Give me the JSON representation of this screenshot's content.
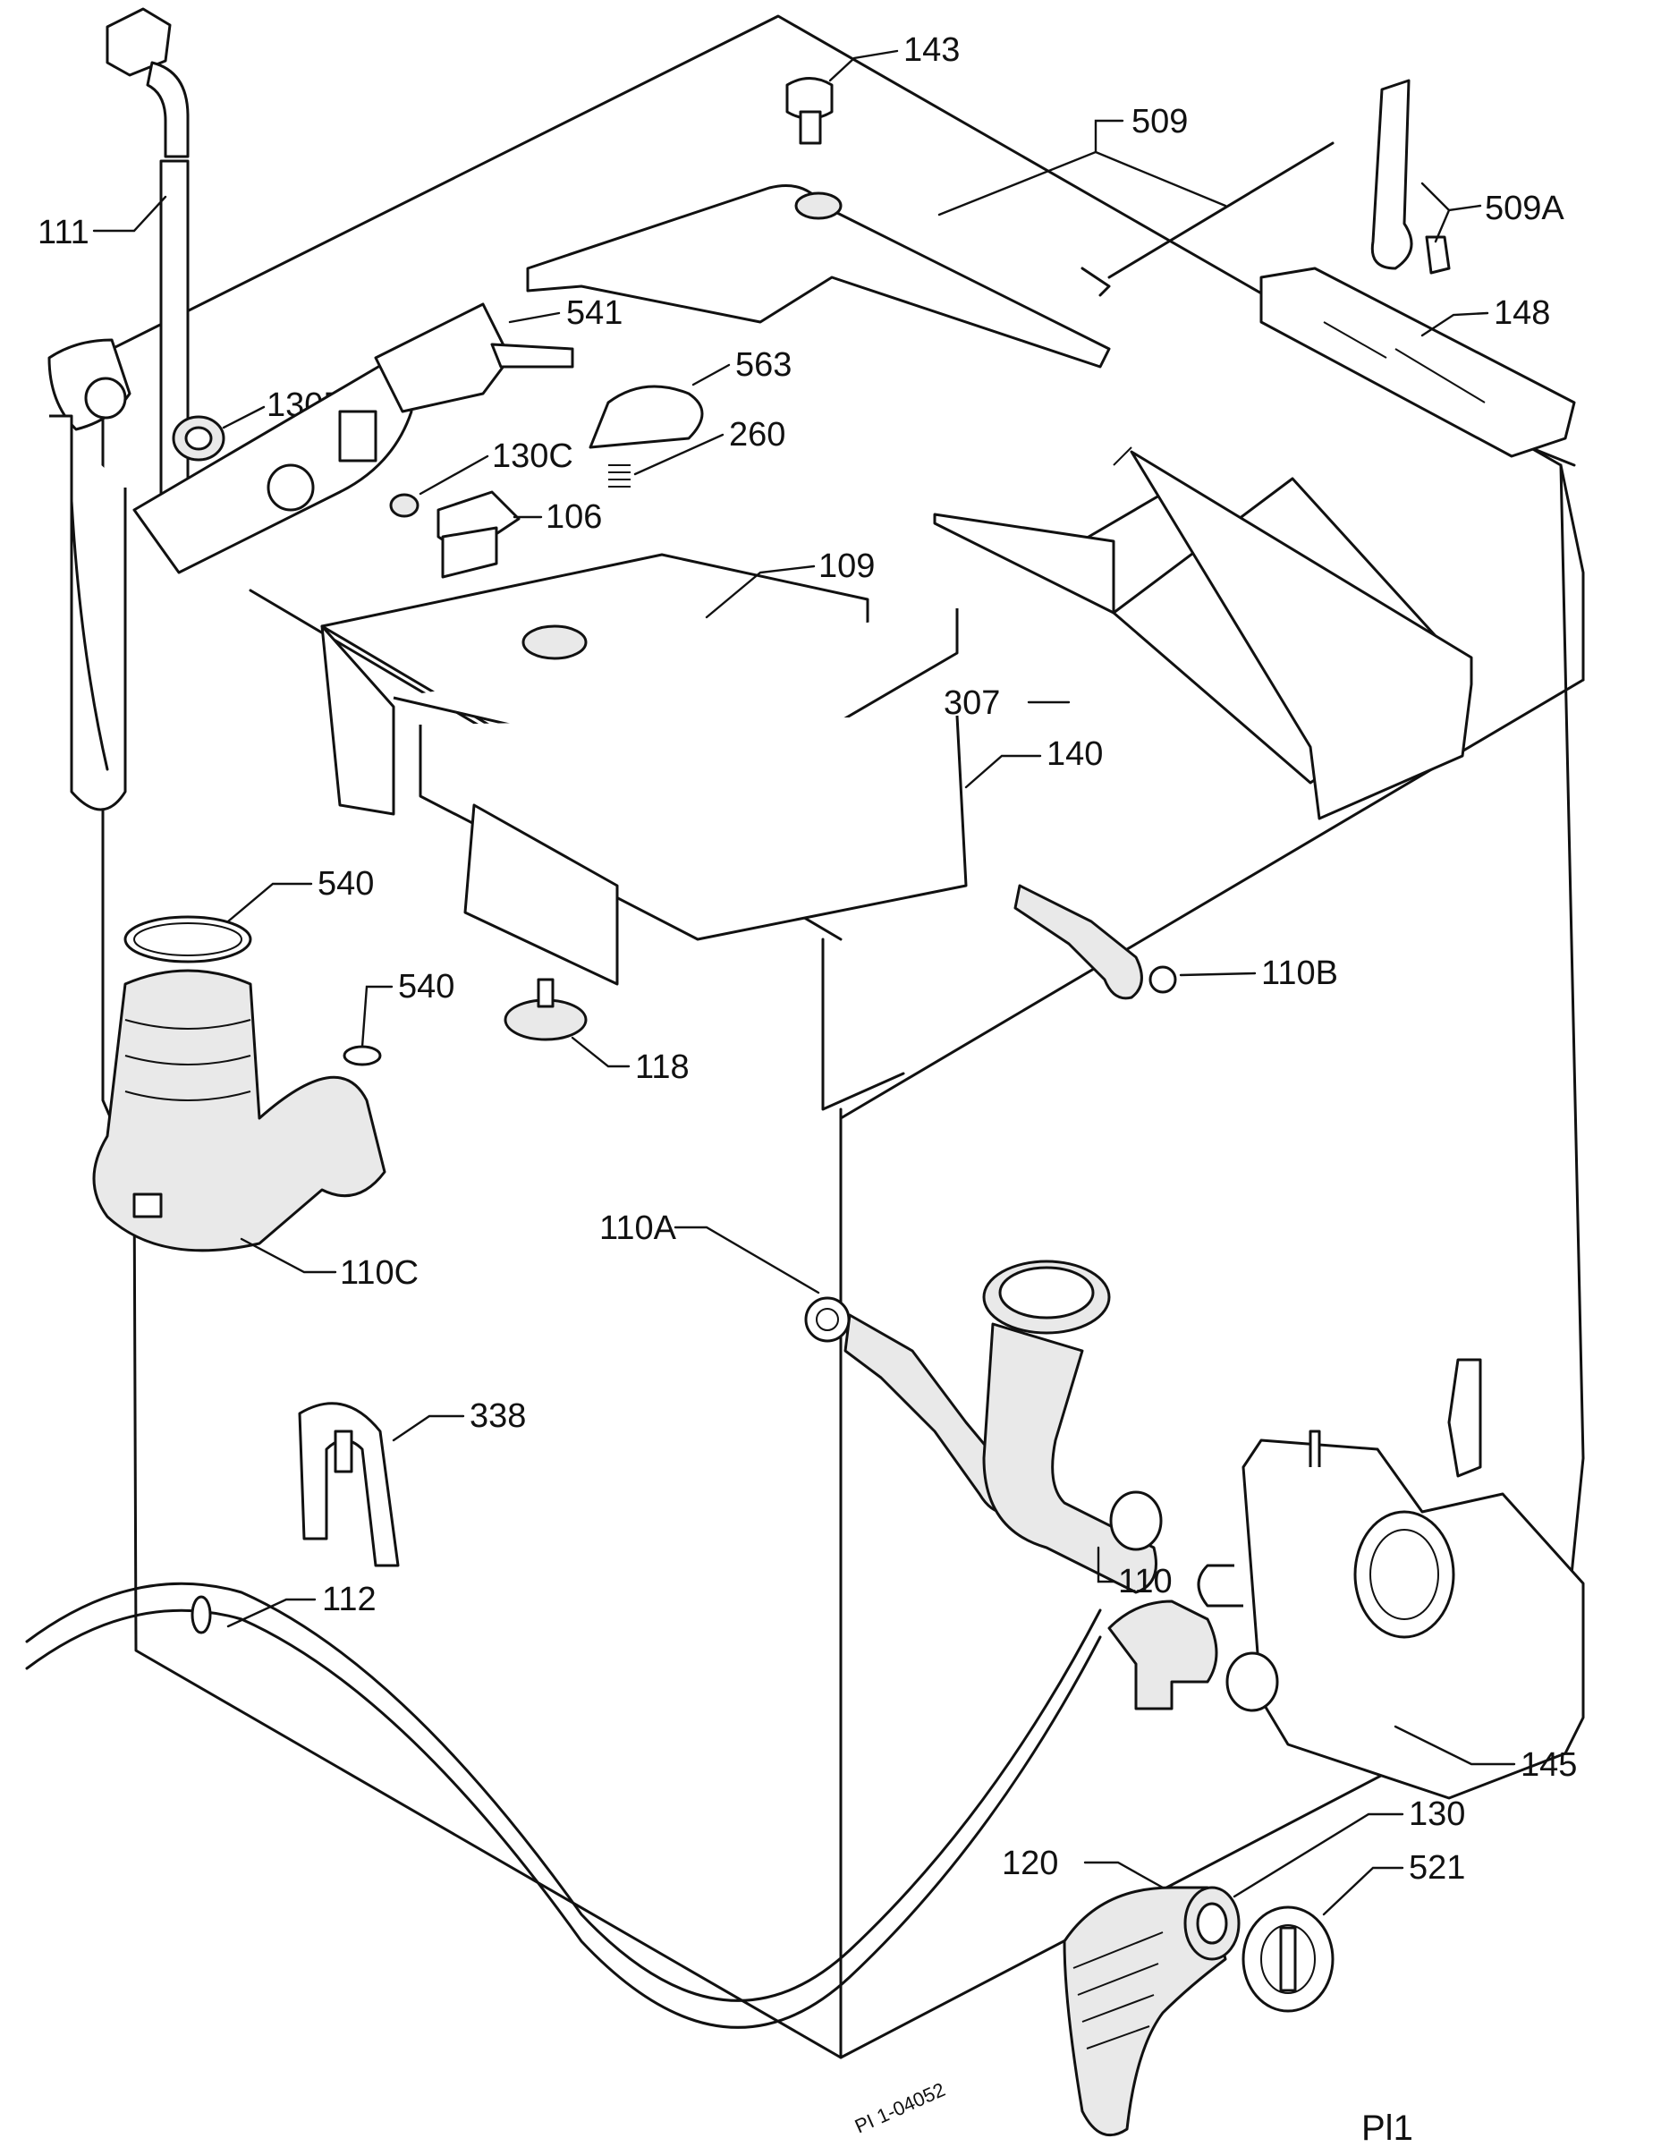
{
  "diagram": {
    "page_label": "Pl1",
    "drawing_code": "PI 1-04052"
  },
  "labels": {
    "l111": "111",
    "l130b": "130B",
    "l541": "541",
    "l563": "563",
    "l260": "260",
    "l130c": "130C",
    "l106": "106",
    "l109": "109",
    "l143": "143",
    "l509": "509",
    "l509a": "509A",
    "l148": "148",
    "l307": "307",
    "l140": "140",
    "l540a": "540",
    "l540b": "540",
    "l110b": "110B",
    "l118": "118",
    "l110c": "110C",
    "l110a": "110A",
    "l338": "338",
    "l110": "110",
    "l112": "112",
    "l145": "145",
    "l130": "130",
    "l120": "120",
    "l521": "521"
  }
}
